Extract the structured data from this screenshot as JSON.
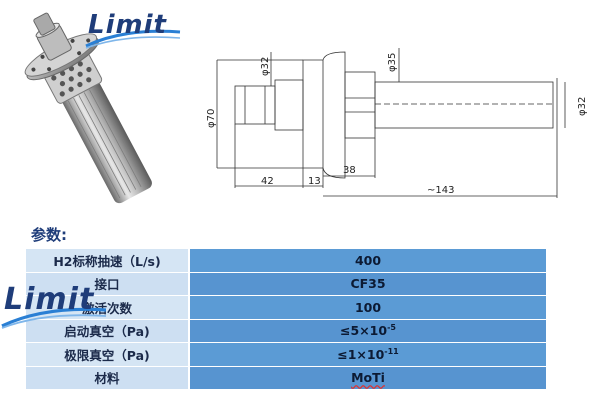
{
  "brand": {
    "logo_text": "Limit"
  },
  "drawing": {
    "dims": {
      "d_flange": "φ70",
      "d_connector": "φ32",
      "d_cf": "φ35",
      "d_tube": "φ32",
      "len_connector": "42",
      "len_flange": "13",
      "len_mid": "38",
      "len_total": "~143"
    }
  },
  "params": {
    "title": "参数:",
    "rows": [
      {
        "key": "H2标称抽速（L/s)",
        "value": "400"
      },
      {
        "key": "接口",
        "value": "CF35"
      },
      {
        "key": "激活次数",
        "value": "100"
      },
      {
        "key": "启动真空（Pa)",
        "value_base": "≤5×10",
        "value_exp": "-5"
      },
      {
        "key": "极限真空（Pa)",
        "value_base": "≤1×10",
        "value_exp": "-11"
      },
      {
        "key": "材料",
        "value": "MoTi"
      }
    ]
  },
  "colors": {
    "brand_blue": "#1f3d7a",
    "table_value_bg": "#5b9bd5",
    "table_key_bg": "#d5e5f4"
  }
}
